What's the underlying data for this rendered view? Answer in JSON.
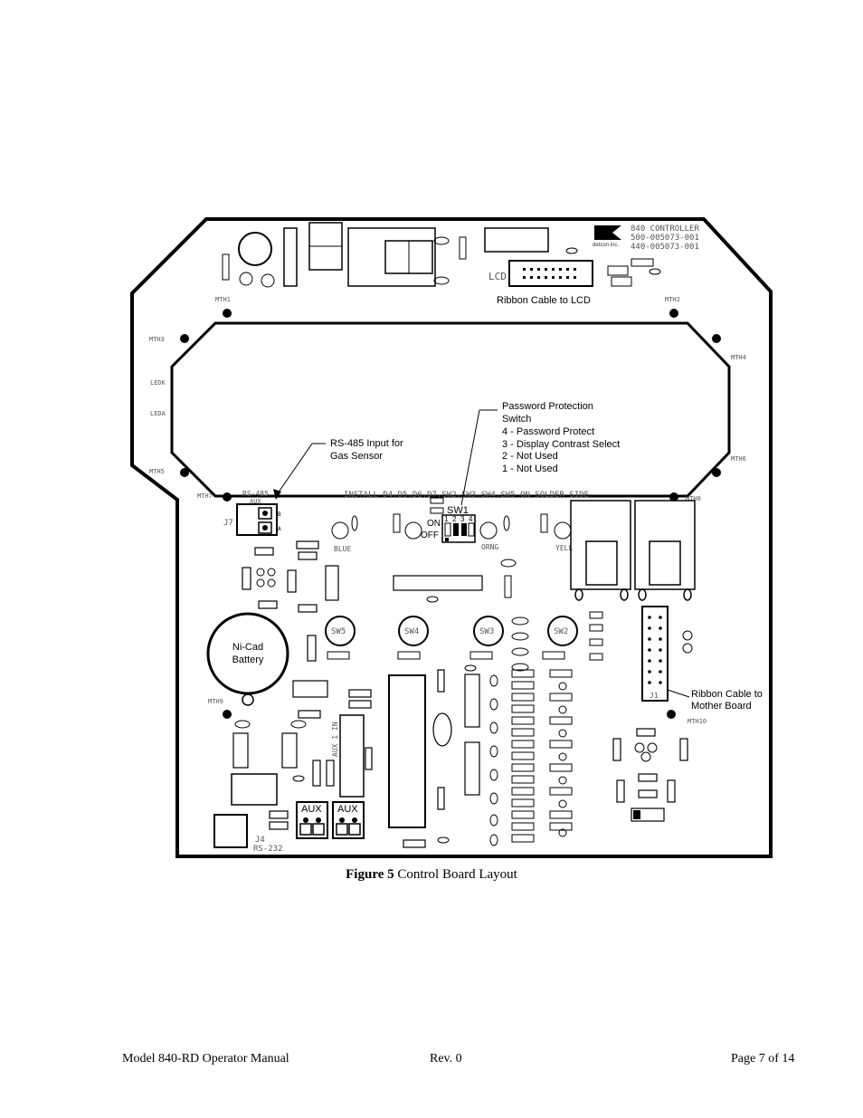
{
  "board": {
    "header_lines": [
      "840 CONTROLLER",
      "500-005073-001",
      "440-005073-001"
    ],
    "company": "detcon inc.",
    "lcd_label": "LCD",
    "ribbon_lcd": "Ribbon Cable to LCD",
    "mounting_holes": {
      "mth1": "MTH1",
      "mth2": "MTH2",
      "mth3": "MTH3",
      "mth4": "MTH4",
      "mth5": "MTH5",
      "mth6": "MTH6",
      "mth7": "MTH7",
      "mth8": "MTH8",
      "mth9": "MTH9",
      "mth10": "MTH10"
    },
    "ledk": "LEDK",
    "leda": "LEDA",
    "install_note": "INSTALL D4,D5,D6,D7,SW2,SW3,SW4,SW5 ON SOLDER SIDE",
    "password_callout": [
      "Password Protection",
      "Switch",
      "4 - Password Protect",
      "3 - Display Contrast Select",
      "2 - Not Used",
      "1 - Not Used"
    ],
    "rs485_callout": [
      "RS-485 Input for",
      "Gas Sensor"
    ],
    "sw1_label": "SW1",
    "sw1_numbers": [
      "1",
      "2",
      "3",
      "4"
    ],
    "on_label": "ON",
    "off_label": "OFF",
    "j7_label": "J7",
    "rs485_silk": "RS-485",
    "aux_silk": "AUX",
    "j7_pins": [
      "B",
      "A"
    ],
    "led_colors": [
      "BLUE",
      "ORNG",
      "YELL"
    ],
    "switches": [
      "SW5",
      "SW4",
      "SW3",
      "SW2"
    ],
    "battery": [
      "Ni-Cad",
      "Battery"
    ],
    "ribbon_mother": [
      "Ribbon Cable to",
      "Mother Board"
    ],
    "aux_blocks": [
      "AUX",
      "AUX"
    ],
    "j4_label": "J4",
    "rs232_label": "RS-232",
    "aux_vertical": "AUX 1 IN",
    "j1_label": "J1"
  },
  "figure": {
    "number": "Figure 5",
    "caption": "Control Board Layout"
  },
  "footer": {
    "left": "Model 840-RD Operator Manual",
    "center": "Rev. 0",
    "right": "Page 7 of 14"
  }
}
